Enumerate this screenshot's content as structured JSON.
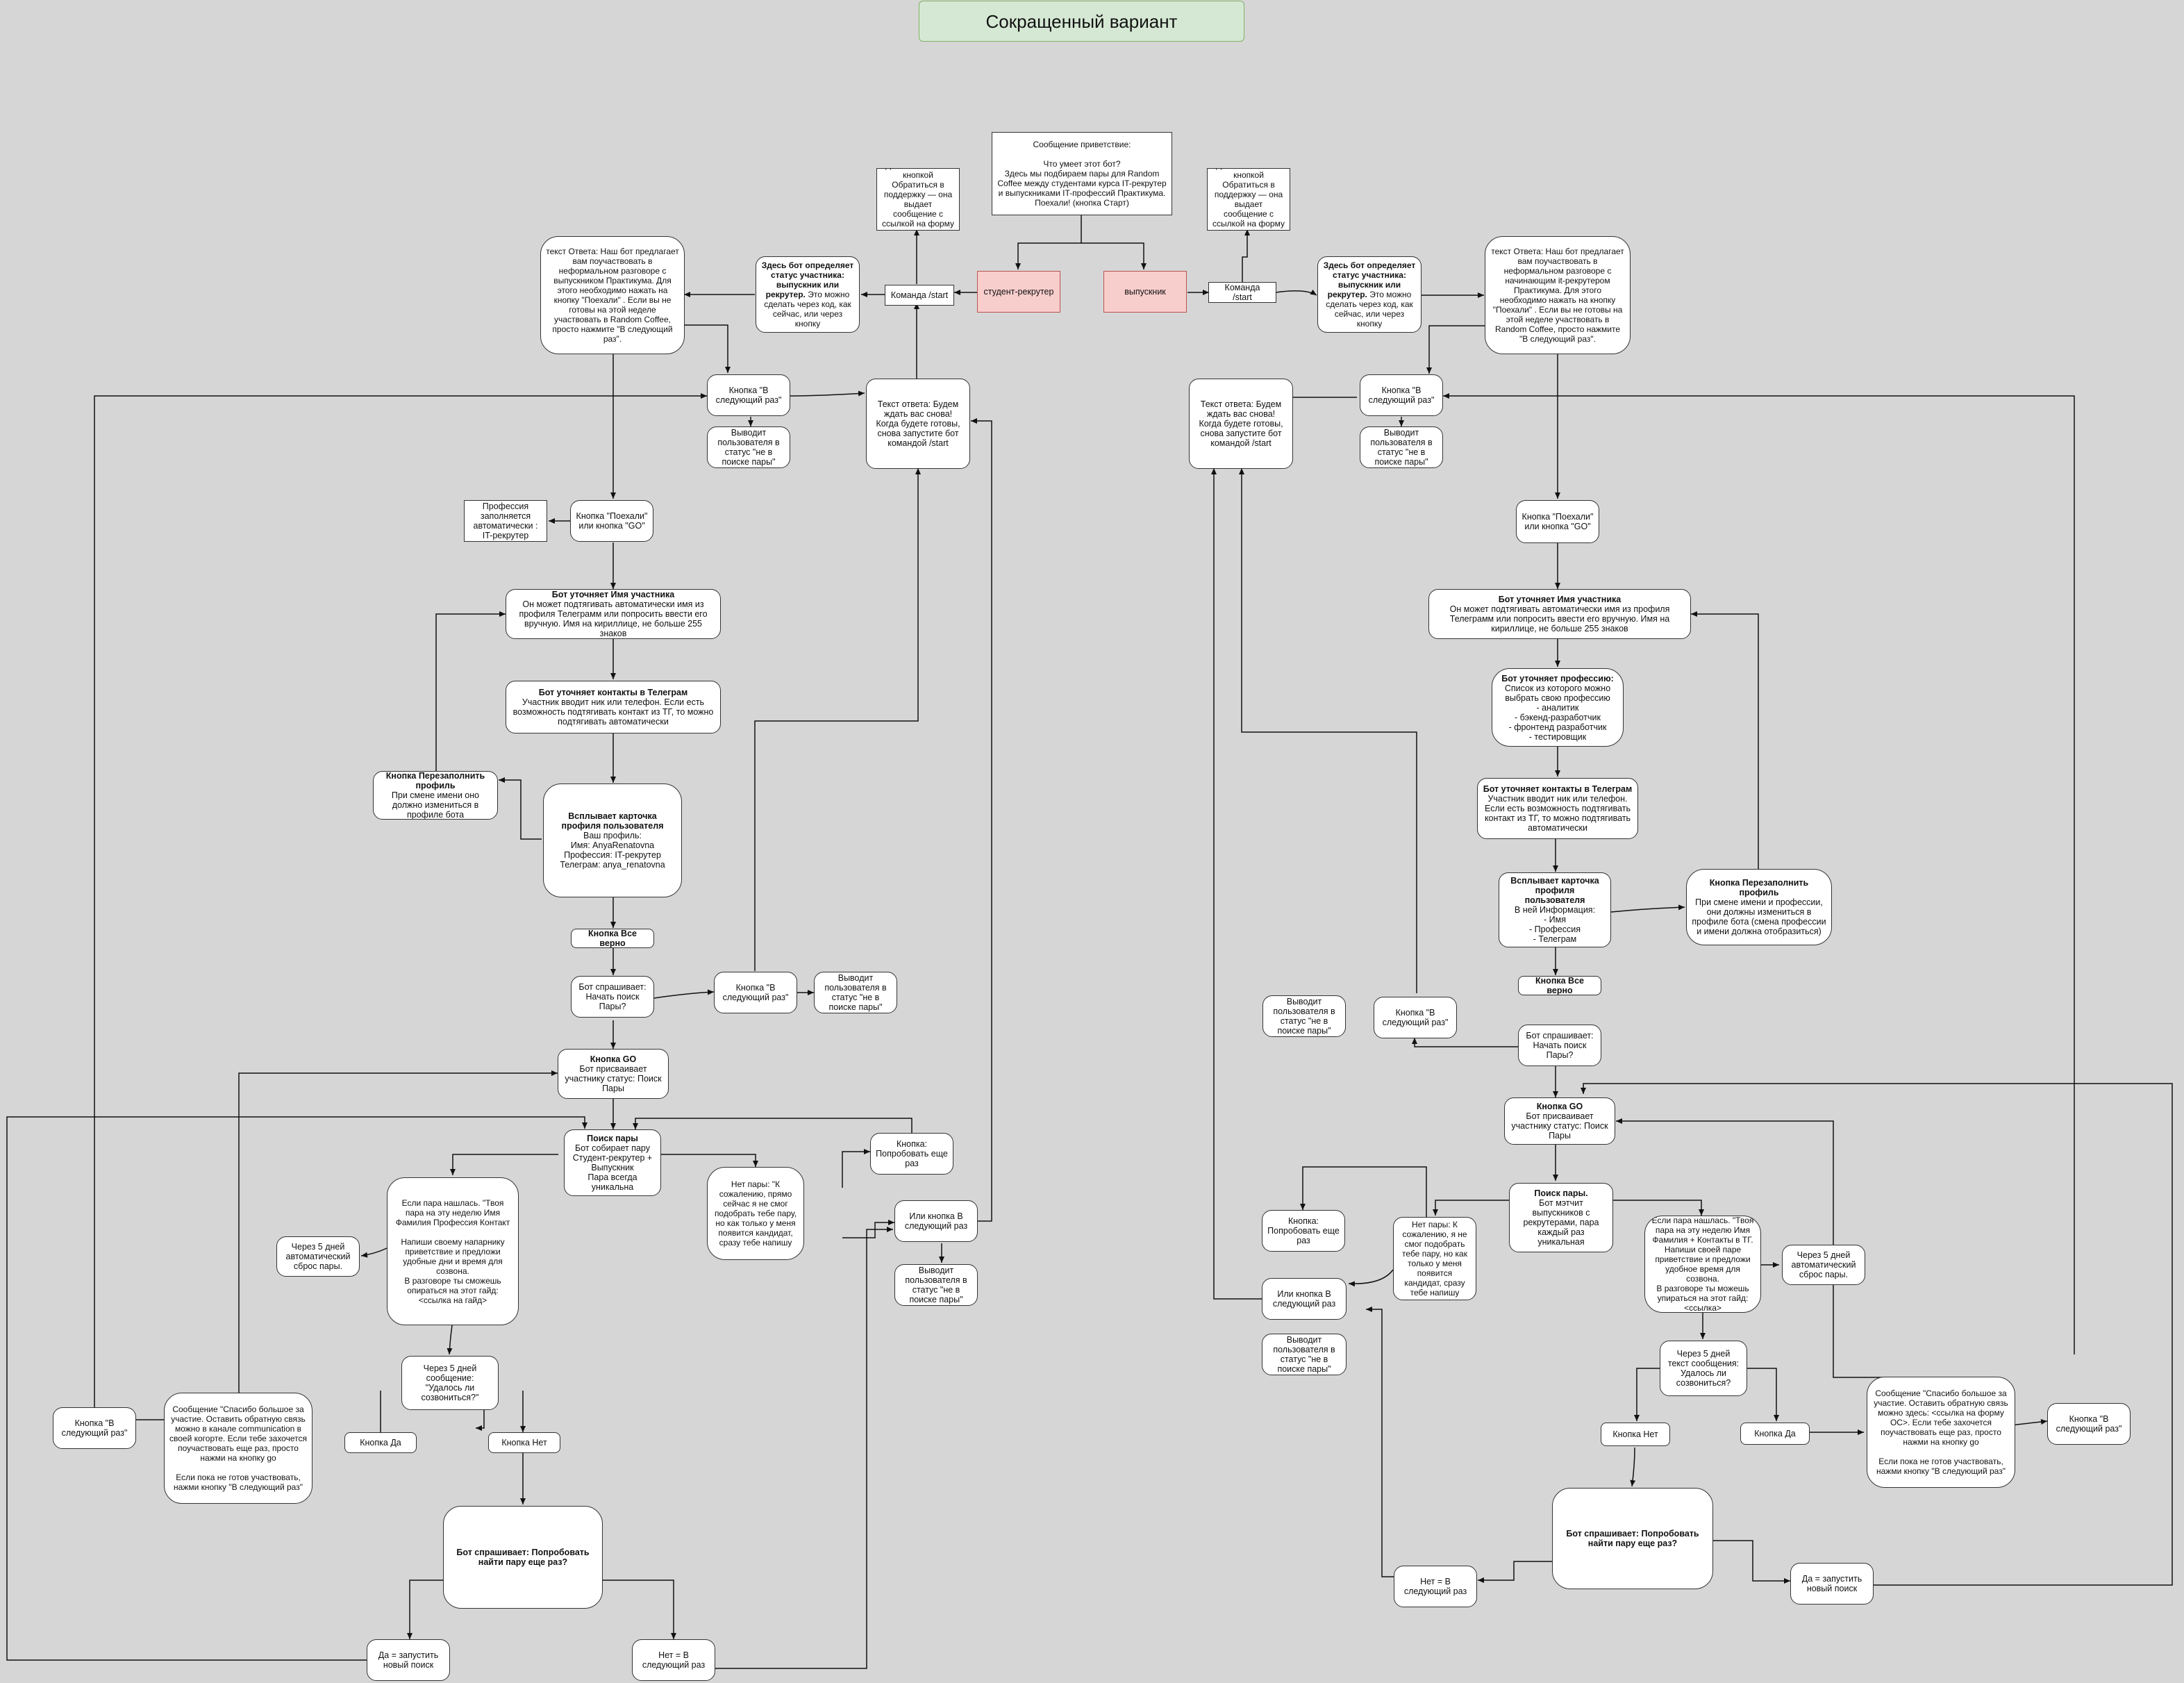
{
  "title": "Сокращенный вариант",
  "nodes": {
    "welcome": "Сообщение приветствие:\n\nЧто умеет этот бот?\nЗдесь мы подбираем пары для Random Coffee между студентами курса IT-рекрутер и выпускниками IT-профессий Практикума. Поехали! (кнопка Старт)",
    "role_student": "студент-рекрутер",
    "role_grad": "выпускник",
    "L_cmd_start": "Команда /start",
    "L_menu_support": "Дополнить меню кнопкой Обратиться в поддержку — она выдает сообщение с ссылкой на форму ОС",
    "L_status_bold": "Здесь бот определяет статус участника: выпускник или рекрутер.",
    "L_status_rest": " Это можно сделать через код, как сейчас, или через кнопку",
    "L_answer_text": "текст Ответа: Наш бот предлагает вам поучаствовать в неформальном разговоре с выпускником Практикума. Для этого необходимо нажать на кнопку \"Поехали\" . Если вы не готовы на этой неделе участвовать в Random Coffee, просто нажмите \"В следующий раз\".",
    "L_next_time_1": "Кнопка \"В следующий раз\"",
    "L_output_not_search_1": "Выводит пользователя в статус \"не в поиске пары\"",
    "L_wait_text": "Текст ответа: Будем ждать вас снова! Когда будете готовы, снова запустите бот командой /start",
    "L_profession_auto": "Профессия заполняется автоматически : IT-рекрутер",
    "L_go_button": "Кнопка \"Поехали\" или кнопка \"GO\"",
    "L_name_bold": "Бот уточняет Имя участника",
    "L_name_rest": "Он может подтягивать автоматически имя из профиля Телеграмм или попросить ввести его вручную. Имя на кириллице, не больше 255 знаков",
    "L_contacts_bold": "Бот уточняет контакты в Телеграм",
    "L_contacts_rest": "Участник вводит ник или телефон. Если есть возможность подтягивать контакт из ТГ, то можно подтягивать автоматически",
    "L_refill_bold": "Кнопка Перезаполнить профиль",
    "L_refill_rest": "При смене имени оно должно измениться в профиле бота",
    "L_card_bold": "Всплывает карточка профиля пользователя",
    "L_card_rest": "Ваш профиль:\nИмя: AnyaRenatovna\nПрофессия: IT-рекрутер\nТелеграм: anya_renatovna",
    "L_all_right": "Кнопка Все верно",
    "L_ask_search": "Бот спрашивает: Начать поиск Пары?",
    "L_next_time_2": "Кнопка \"В следующий раз\"",
    "L_output_not_search_2": "Выводит пользователя в статус \"не в поиске пары\"",
    "L_go_bold": "Кнопка GO",
    "L_go_rest": "Бот присваивает участнику статус: Поиск Пары",
    "L_search_bold": "Поиск пары",
    "L_search_rest": "Бот собирает пару Студент-рекрутер + Выпускник\nПара всегда уникальна",
    "L_pair_found": "Если пара нашлась. \"Твоя пара на эту неделю Имя Фамилия Профессия Контакт\n\nНапиши своему напарнику приветствие и предложи удобные дни и время для созвона.\nВ разговоре ты сможешь опираться на этот гайд: <ссылка на гайд>",
    "L_5days_reset": "Через 5 дней автоматический сброс пары.",
    "L_no_pair": "Нет пары: \"К сожалению, прямо сейчас я не смог подобрать тебе пару, но как только у меня появится кандидат, сразу тебе напишу",
    "L_try_again_btn": "Кнопка: Попробовать еще раз",
    "L_or_next_time": "Или кнопка В следующий раз",
    "L_output_not_search_3": "Выводит пользователя в статус \"не в поиске пары\"",
    "L_5days_ask": "Через 5 дней сообщение: \"Удалось ли созвониться?\"",
    "L_btn_yes": "Кнопка Да",
    "L_btn_no": "Кнопка Нет",
    "L_thanks": "Сообщение \"Спасибо большое за участие. Оставить обратную связь можно в канале communication в своей когорте. Если тебе захочется поучаствовать еще раз, просто нажми на кнопку go\n\nЕсли пока не готов участвовать, нажми кнопку \"В следующий раз\"",
    "L_next_time_3": "Кнопка \"В следующий раз\"",
    "L_try_again_ask": "Бот спрашивает: Попробовать найти пару еще раз?",
    "L_yes_restart": "Да = запустить новый поиск",
    "L_no_next": "Нет = В следующий раз",
    "R_menu_support": "Дополнить меню кнопкой Обратиться в поддержку — она выдает сообщение с ссылкой на форму ОС",
    "R_cmd_start": "Команда /start",
    "R_status_bold": "Здесь бот определяет статус участника: выпускник или рекрутер.",
    "R_status_rest": " Это можно сделать через код, как сейчас, или через кнопку",
    "R_answer_text": "текст Ответа: Наш бот предлагает вам поучаствовать в неформальном разговоре с начинающим it-рекрутером Практикума. Для этого необходимо нажать на кнопку \"Поехали\" . Если вы не готовы на этой неделе участвовать в Random Coffee, просто нажмите \"В следующий раз\".",
    "R_wait_text": "Текст ответа: Будем ждать вас снова! Когда будете готовы, снова запустите бот командой /start",
    "R_next_time_1": "Кнопка \"В следующий раз\"",
    "R_output_not_search_1": "Выводит пользователя в статус \"не в поиске пары\"",
    "R_go_button": "Кнопка \"Поехали\" или кнопка \"GO\"",
    "R_name_bold": "Бот уточняет Имя участника",
    "R_name_rest": "Он может подтягивать автоматически имя из профиля Телеграмм или попросить ввести его вручную. Имя на кириллице, не больше 255 знаков",
    "R_prof_bold": "Бот уточняет профессию:",
    "R_prof_rest": "Список из которого можно выбрать свою профессию\n- аналитик\n- бэкенд-разработчик\n- фронтенд разработчик\n- тестировщик",
    "R_contacts_bold": "Бот уточняет контакты в Телеграм",
    "R_contacts_rest": "Участник вводит ник или телефон. Если есть возможность подтягивать контакт из ТГ, то можно подтягивать автоматически",
    "R_card_bold": "Всплывает карточка профиля пользователя",
    "R_card_rest": "В ней Информация:\n- Имя\n- Профессия\n- Телеграм",
    "R_refill_bold": "Кнопка Перезаполнить профиль",
    "R_refill_rest": "При смене имени и профессии, они должны измениться в профиле бота (смена профессии и имени должна отобразиться)",
    "R_all_right": "Кнопка Все верно",
    "R_output_not_search_2": "Выводит пользователя в статус \"не в поиске пары\"",
    "R_next_time_2": "Кнопка \"В следующий раз\"",
    "R_ask_search": "Бот спрашивает: Начать поиск Пары?",
    "R_go_bold": "Кнопка GO",
    "R_go_rest": "Бот присваивает участнику статус: Поиск Пары",
    "R_try_again_btn": "Кнопка: Попробовать еще раз",
    "R_no_pair": "Нет пары: К сожалению, я не смог подобрать тебе пару, но как только у меня появится кандидат, сразу тебе напишу",
    "R_search_bold": "Поиск пары.",
    "R_search_rest": "Бот мэтчит выпускников с рекрутерами, пара каждый раз уникальная",
    "R_pair_found": "Если пара нашлась. \"Твоя пара на эту неделю Имя Фамилия + Контакты в ТГ.\nНапиши своей паре приветствие и предложи удобное время для созвона.\nВ разговоре ты можешь упираться на этот гайд: <ссылка>",
    "R_5days_reset": "Через 5 дней автоматический сброс пары.",
    "R_or_next_time": "Или кнопка В следующий раз",
    "R_output_not_search_3": "Выводит пользователя в статус \"не в поиске пары\"",
    "R_5days_ask": "Через 5 дней текст сообщения: Удалось ли созвониться?",
    "R_btn_no": "Кнопка Нет",
    "R_btn_yes": "Кнопка Да",
    "R_thanks": "Сообщение \"Спасибо большое за участие. Оставить обратную связь можно здесь: <ссылка на форму ОС>. Если тебе захочется поучаствовать еще раз, просто нажми на кнопку go\n\nЕсли пока не готов участвовать, нажми кнопку \"В следующий раз\"",
    "R_next_time_3": "Кнопка \"В следующий раз\"",
    "R_try_again_ask": "Бот спрашивает: Попробовать найти пару еще раз?",
    "R_no_next": "Нет = В следующий раз",
    "R_yes_restart": "Да = запустить новый поиск"
  },
  "colors": {
    "background": "#d6d6d6",
    "title_fill": "#d5e8d4",
    "title_border": "#82b366",
    "role_fill": "#f8cecc",
    "role_border": "#b85450",
    "edge": "#111111"
  }
}
